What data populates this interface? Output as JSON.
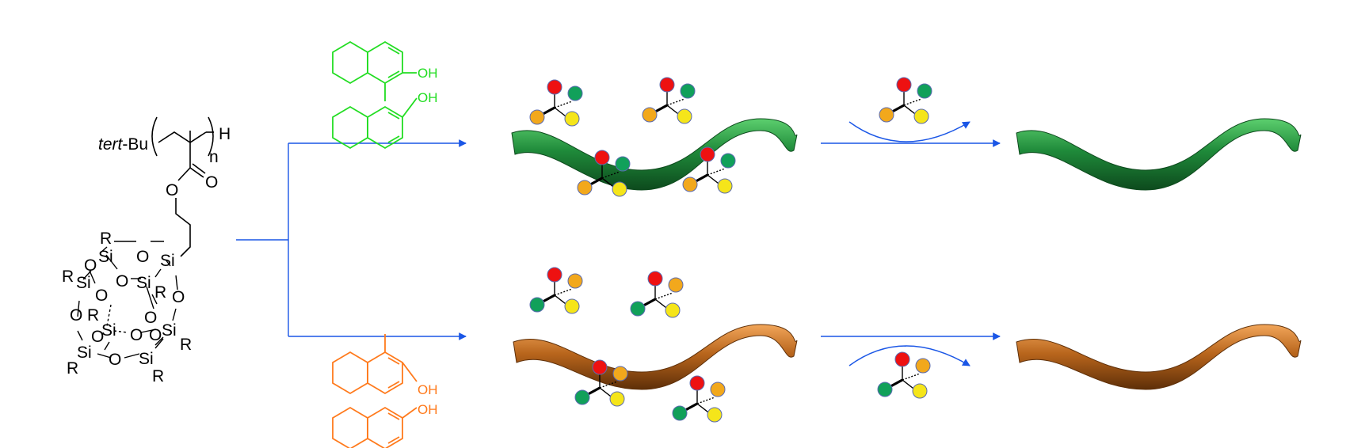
{
  "polymer": {
    "end_group_italic": "tert",
    "end_group_rest": "-Bu",
    "terminal": "H",
    "subscript": "n",
    "atom_o": "O",
    "atom_si": "Si",
    "atom_r": "R"
  },
  "binol_green": {
    "oh1": "OH",
    "oh2": "OH",
    "color": "#22dd22"
  },
  "binol_orange": {
    "oh1": "OH",
    "oh2": "OH",
    "color": "#ff7a1c"
  },
  "colors": {
    "arrow": "#1a56e6",
    "helix_green": "#1f8a3a",
    "helix_orange": "#b8651c",
    "atom_red": "#ee1111",
    "atom_green": "#11a05a",
    "atom_orange": "#f2a81c",
    "atom_yellow": "#f5e51a"
  }
}
